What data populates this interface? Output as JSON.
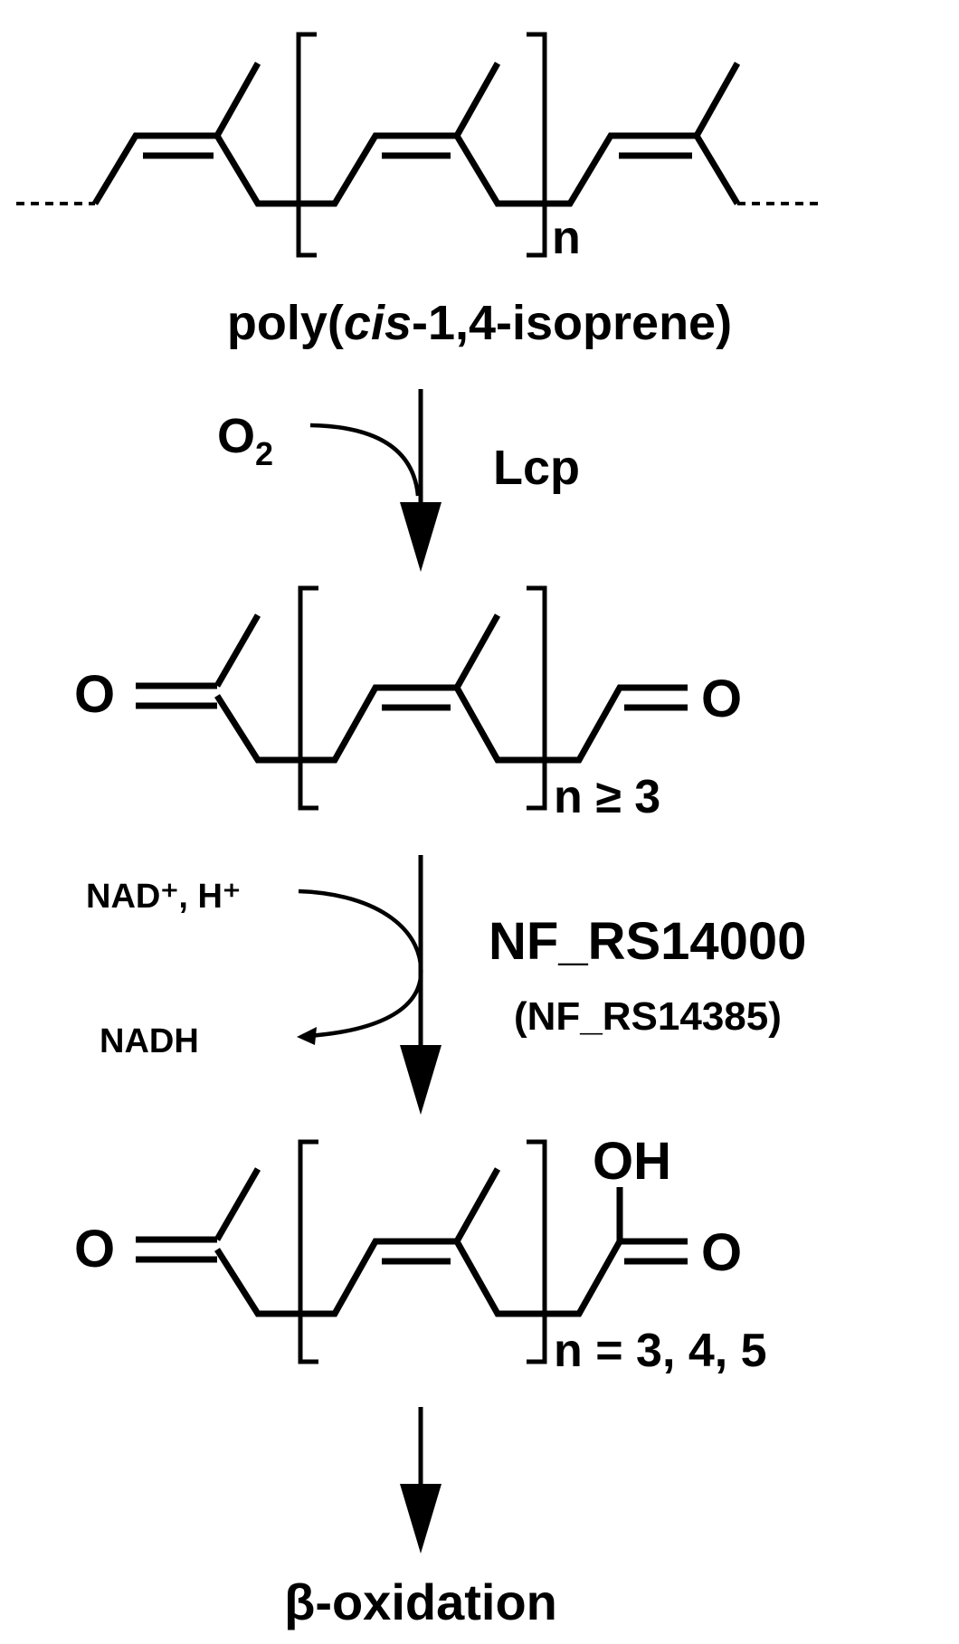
{
  "polymer": {
    "repeat_subscript": "n",
    "name_prefix": "poly(",
    "name_italic": "cis",
    "name_suffix": "-1,4-isoprene)"
  },
  "step1": {
    "cosubstrate": "O",
    "cosubstrate_subscript": "2",
    "enzyme": "Lcp"
  },
  "oligo_aldehyde": {
    "left_atom": "O",
    "right_atom": "O",
    "repeat_label": "n ≥ 3"
  },
  "step2": {
    "cofactor_in": "NAD⁺, H⁺",
    "cofactor_out": "NADH",
    "enzyme": "NF_RS14000",
    "enzyme_alt": "(NF_RS14385)"
  },
  "oligo_acid": {
    "left_atom": "O",
    "hydroxyl": "OH",
    "carbonyl_atom": "O",
    "repeat_label": "n = 3, 4, 5"
  },
  "final_product": "β-oxidation"
}
